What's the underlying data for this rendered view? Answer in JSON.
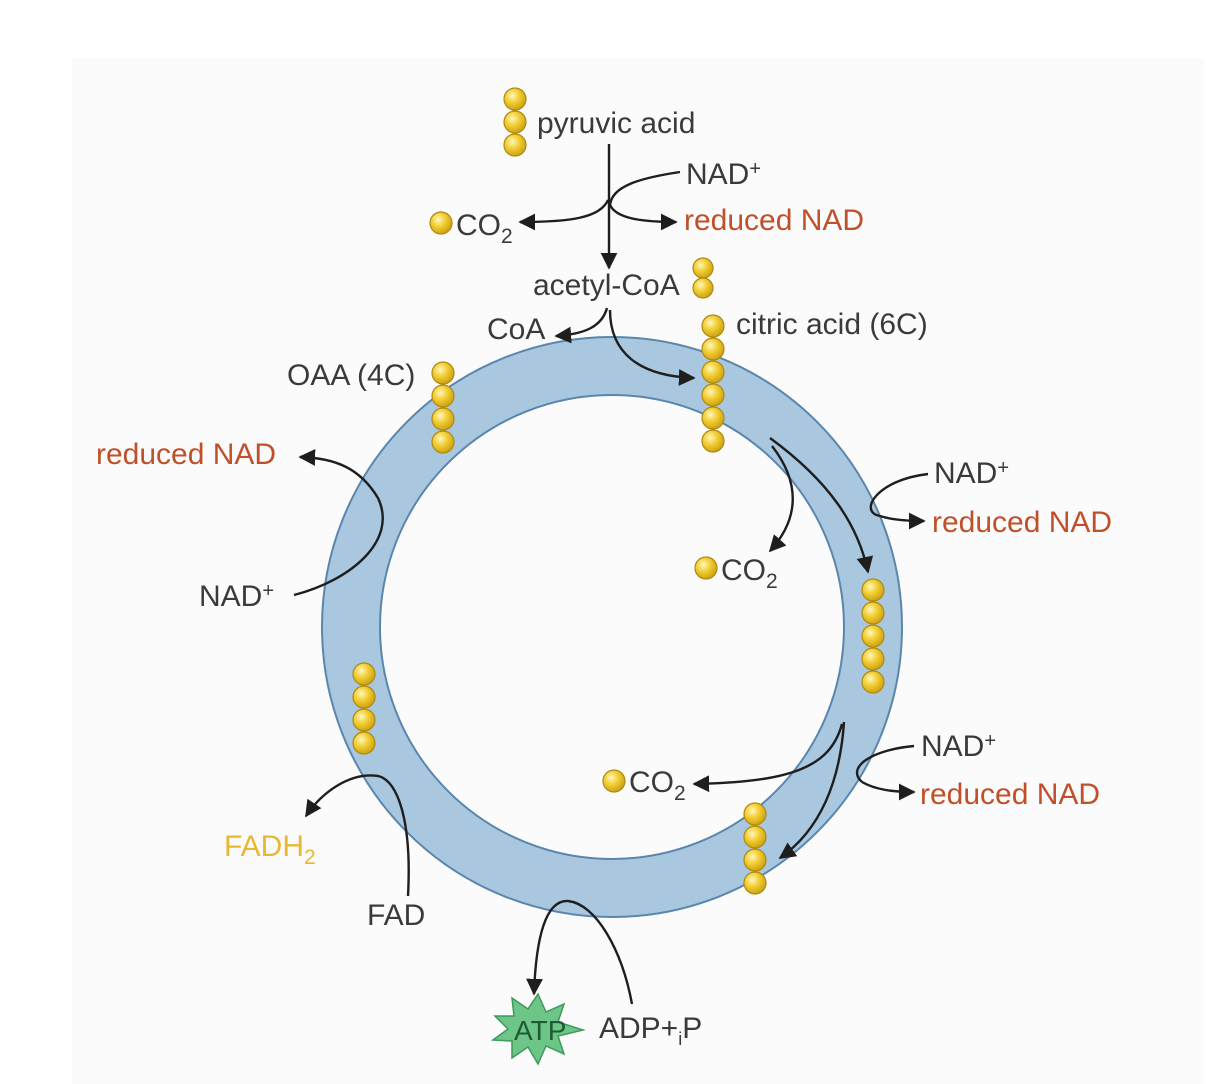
{
  "colors": {
    "ring_fill": "#a9c8e0",
    "ring_stroke": "#5a86ad",
    "carbon_fill": "#f2cf33",
    "carbon_stroke": "#b08a10",
    "reduced_nad": "#c0502a",
    "fadh2": "#e8b830",
    "atp_burst": "#6dc587"
  },
  "icons": {
    "carbon": "yellow-sphere-carbon-icon",
    "atp": "green-starburst-icon"
  },
  "labels": {
    "pyruvic_acid": "pyruvic acid",
    "nad_plus_top": "NAD",
    "plus_sign": "+",
    "co2_top": "CO",
    "sub_2": "2",
    "reduced_nad_top": "reduced NAD",
    "acetyl_coa": "acetyl-CoA",
    "coa": "CoA",
    "citric_acid": "citric acid (6C)",
    "oaa": "OAA (4C)",
    "reduced_nad_left": "reduced NAD",
    "nad_plus_left": "NAD",
    "nad_plus_right1": "NAD",
    "reduced_nad_right1": "reduced NAD",
    "co2_mid": "CO",
    "nad_plus_right2": "NAD",
    "reduced_nad_right2": "reduced NAD",
    "co2_low": "CO",
    "fadh": "FADH",
    "fad": "FAD",
    "atp": "ATP",
    "adp": "ADP+",
    "sub_i": "i",
    "p": "P"
  }
}
